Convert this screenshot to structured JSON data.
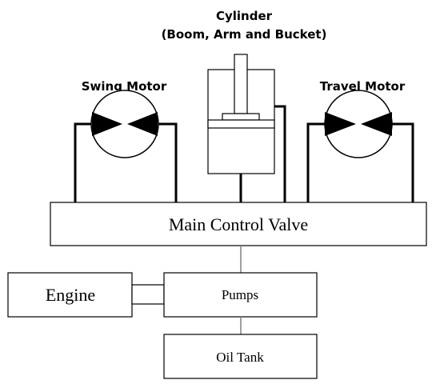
{
  "labels": {
    "cylinder_title": "Cylinder",
    "cylinder_subtitle": "(Boom, Arm and Bucket)",
    "swing_motor": "Swing Motor",
    "travel_motor": "Travel Motor",
    "main_control_valve": "Main Control Valve",
    "engine": "Engine",
    "pumps": "Pumps",
    "oil_tank": "Oil Tank"
  }
}
